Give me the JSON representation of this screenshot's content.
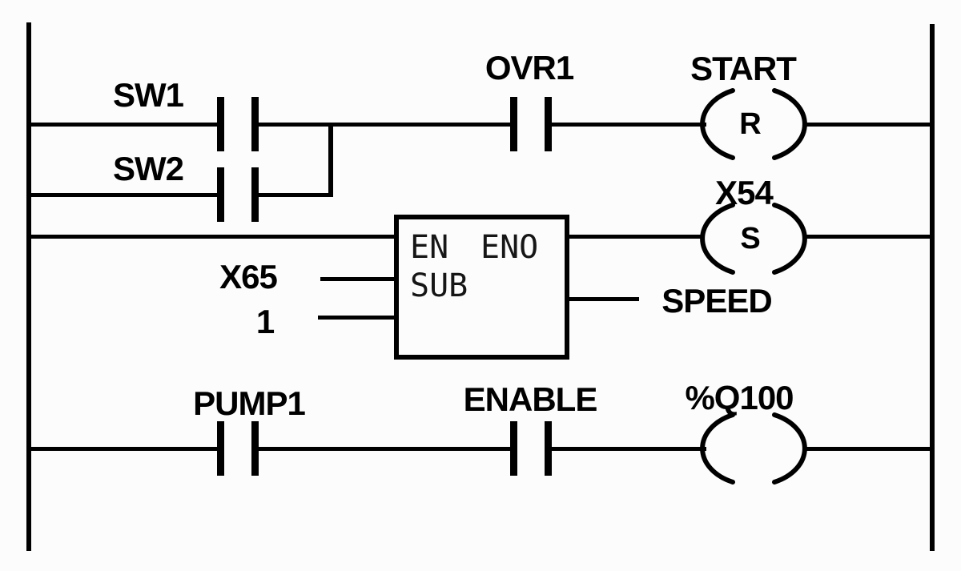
{
  "colors": {
    "ink": "#000000",
    "background": "#fcfcfc"
  },
  "ladder": {
    "rung1": {
      "contacts": [
        {
          "label": "SW1",
          "type": "normally-open contact"
        },
        {
          "label": "OVR1",
          "type": "normally-open contact"
        }
      ],
      "branch": {
        "contact": {
          "label": "SW2",
          "type": "normally-open contact"
        }
      },
      "coil": {
        "label": "START",
        "letter": "R",
        "type": "reset coil"
      }
    },
    "rung2": {
      "function_block": {
        "enable_in": "EN",
        "enable_out": "ENO",
        "function": "SUB",
        "inputs": [
          {
            "label": "X65"
          },
          {
            "label": "1"
          }
        ],
        "output": {
          "label": "SPEED"
        }
      },
      "coil": {
        "label": "X54",
        "letter": "S",
        "type": "set coil"
      }
    },
    "rung3": {
      "contacts": [
        {
          "label": "PUMP1",
          "type": "normally-open contact"
        },
        {
          "label": "ENABLE",
          "type": "normally-open contact"
        }
      ],
      "coil": {
        "label": "%Q100",
        "letter": "",
        "type": "output coil"
      }
    }
  }
}
